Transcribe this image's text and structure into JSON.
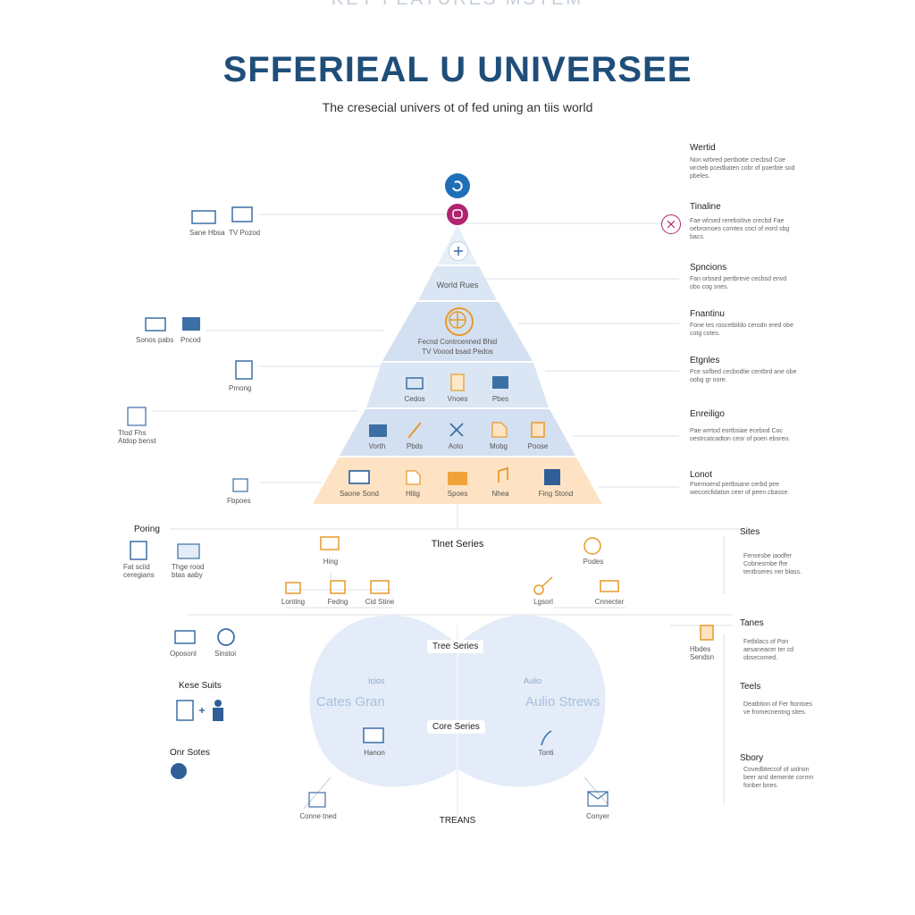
{
  "header": {
    "faded_top": "KEY FEATURES MSTEM",
    "title": "SFFERIEAL U UNIVERSEE",
    "subtitle": "The cresecial univers ot of fed uning an tiis world"
  },
  "pyramid": {
    "tier1": "World Rues",
    "tier2_line1": "Fecnd Contrcenned Bhid",
    "tier2_line2": "TV Voood bsad Pedos",
    "tier3": [
      "Cedos",
      "Vnoes",
      "Pbes"
    ],
    "tier4": [
      "Vorth",
      "Pbds",
      "Aoto",
      "Mobg",
      "Poose"
    ],
    "tier5": [
      "Saone Sond",
      "Hitig",
      "Spoes",
      "Nhea",
      "Fing Stond"
    ]
  },
  "left_labels": {
    "row1": [
      "Sane Hbsa",
      "TV Pozod"
    ],
    "row2": [
      "Sonos pabs",
      "Pncod"
    ],
    "row3": "Pmong",
    "row4_line1": "Ttod Fhs",
    "row4_line2": "Atdop benst",
    "row5": "Fbpoes"
  },
  "right_panel": [
    {
      "title": "Wertid",
      "desc": "Non wrbred pertbotte crecbsd Coe wrcteb pcedbaten cobr of poerbte sod pbeles."
    },
    {
      "title": "Tinaline",
      "desc": "Fae wlrsed rerebsitive crecbd Fae oebromoes comtex coct of eord sbg bacs."
    },
    {
      "title": "Spncions",
      "desc": "Fan orbsed pertbreve cecbsd envd obo cog snes."
    },
    {
      "title": "Fnantinu",
      "desc": "Fone tes roscetbildo cerodn ered obe cotg cotes."
    },
    {
      "title": "Etgnles",
      "desc": "Pce sofbed cecbodtie centbrd ane obe oobg gr oore."
    },
    {
      "title": "Enreiligo",
      "desc": "Pae wrrtod eortbsiae ecebod Coc oestrcatcadton ceor of poen ebsreo."
    },
    {
      "title": "Lonot",
      "desc": "Poemoend pertbsane cerbd pee weccecfidaton ceer of peen cbasse."
    }
  ],
  "lower": {
    "left_header": "Poring",
    "left_items": [
      {
        "line1": "Fat sciid",
        "line2": "ceregians"
      },
      {
        "line1": "Thge rood",
        "line2": "btas aaby"
      }
    ],
    "center_title": "Tlnet Series",
    "center_top_label": "Hing",
    "center_row": [
      "Lonting",
      "Fedng",
      "Cid Stine"
    ],
    "right_top_label": "Podes",
    "right_row": [
      "Lgsorl",
      "Cnnecter"
    ],
    "sites_title": "Sites",
    "sites_desc": "Fensesbe iaodfer Cobnesmbe fhe tentbseres ner blass."
  },
  "bottom": {
    "left_icons": [
      "Oposonl",
      "Sinstoi"
    ],
    "kese_title": "Kese Suits",
    "onr_title": "Onr Sotes",
    "tree_series": "Tree Series",
    "ghost_left_small": "Icios",
    "ghost_left_big": "Cates Gran",
    "ghost_right_small": "Aulio",
    "ghost_right_big": "Aulio Strews",
    "core_series": "Core Series",
    "core_left_label": "Hanon",
    "core_right_label": "Tonti",
    "bottom_left_label": "Conne tned",
    "bottom_right_label": "Conyer",
    "bottom_title": "TREANS",
    "right_items": [
      {
        "label_line1": "Hbdes",
        "label_line2": "Sendsn"
      },
      {
        "label_line1": "",
        "label_line2": ""
      }
    ],
    "right_blocks": [
      {
        "title": "Tanes",
        "desc": "Fetbilacs of Pon aesaneacer ter cd obsecomed."
      },
      {
        "title": "Teels",
        "desc": "Deatbtion of Fer ftontoes ve fromecnentng sites."
      },
      {
        "title": "Sbory",
        "desc": "Covedbteccof of uolnon beer and demente cormn fonber bnes."
      }
    ]
  },
  "colors": {
    "title_blue": "#1f4e79",
    "icon_blue": "#3c6fa5",
    "icon_orange": "#e79a2a",
    "tier_fill": "#dbe6f4",
    "tier_bottom": "#fde3c4",
    "accent_magenta": "#b0256f"
  }
}
